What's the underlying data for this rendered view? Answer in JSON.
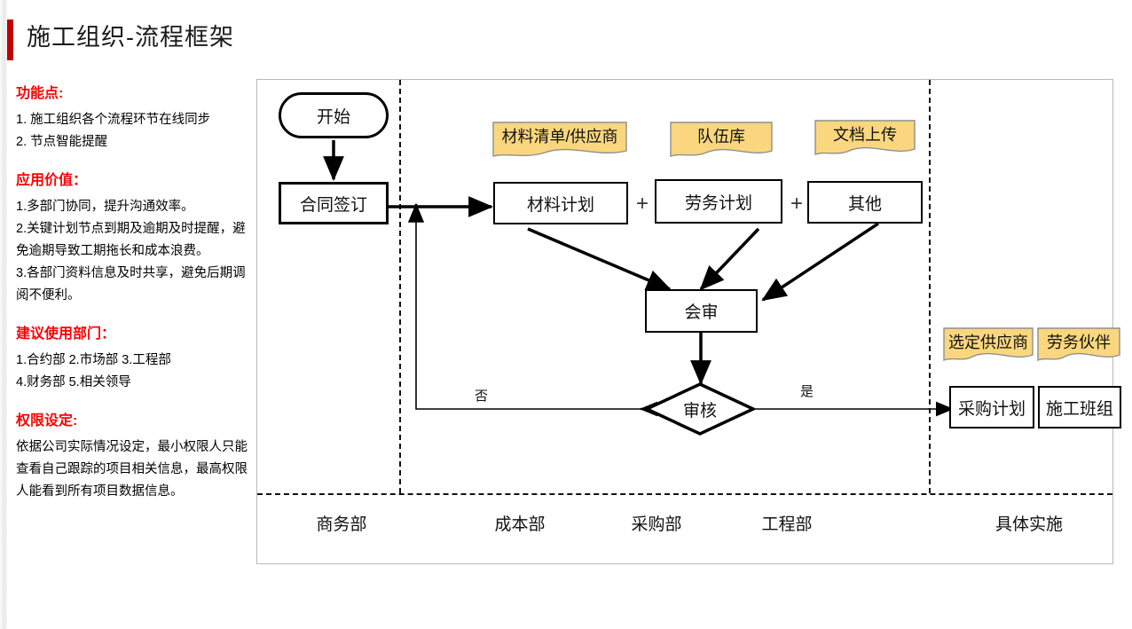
{
  "page": {
    "title": "施工组织-流程框架",
    "accent_color": "#c00000",
    "heading_color": "#ff0000",
    "note_fill": "#fad77e",
    "note_stroke": "#8f8f8f"
  },
  "sidebar": {
    "sections": [
      {
        "heading": "功能点:",
        "lines": [
          "1. 施工组织各个流程环节在线同步",
          "2. 节点智能提醒"
        ]
      },
      {
        "heading": "应用价值：",
        "lines": [
          "1.多部门协同，提升沟通效率。",
          "2.关键计划节点到期及逾期及时提醒，避",
          "免逾期导致工期拖长和成本浪费。",
          "3.各部门资料信息及时共享，避免后期调",
          "阅不便利。"
        ]
      },
      {
        "heading": "建议使用部门：",
        "lines": [
          "1.合约部 2.市场部 3.工程部",
          "4.财务部 5.相关领导"
        ]
      },
      {
        "heading": "权限设定:",
        "lines": [
          "依据公司实际情况设定，最小权限人只能",
          "查看自己跟踪的项目相关信息，最高权限",
          "人能看到所有项目数据信息。"
        ]
      }
    ]
  },
  "diagram": {
    "nodes": {
      "start": "开始",
      "contract": "合同签订",
      "material_plan": "材料计划",
      "labor_plan": "劳务计划",
      "other_plan": "其他",
      "joint_review": "会审",
      "approval": "审核",
      "purchase_plan": "采购计划",
      "construction_team": "施工班组"
    },
    "notes": {
      "material_list": "材料清单/供应商",
      "team_library": "队伍库",
      "doc_upload": "文档上传",
      "selected_supplier": "选定供应商",
      "labor_partner": "劳务伙伴"
    },
    "operators": {
      "plus_1": "+",
      "plus_2": "+"
    },
    "branch_labels": {
      "no": "否",
      "yes": "是"
    },
    "lanes": [
      "商务部",
      "成本部",
      "采购部",
      "工程部",
      "具体实施"
    ]
  }
}
